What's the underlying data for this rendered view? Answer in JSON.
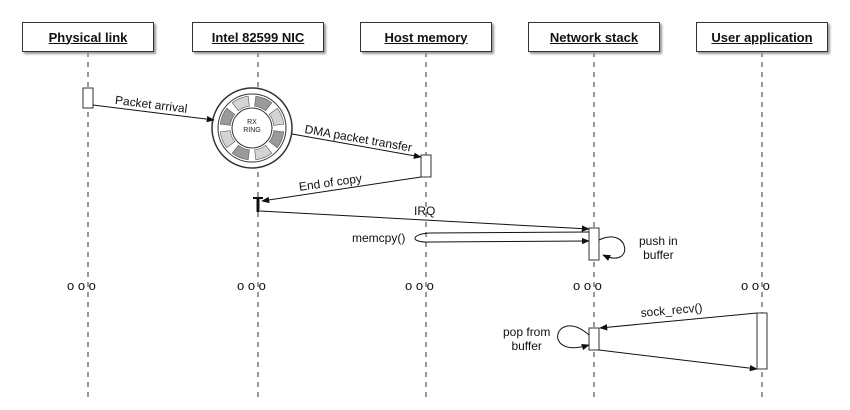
{
  "lanes": [
    {
      "title": "Physical link"
    },
    {
      "title": "Intel 82599 NIC"
    },
    {
      "title": "Host memory"
    },
    {
      "title": "Network stack"
    },
    {
      "title": "User application"
    }
  ],
  "ring_label": "RX\nRING",
  "messages": {
    "packet_arrival": "Packet arrival",
    "dma_transfer": "DMA packet transfer",
    "end_of_copy": "End of copy",
    "irq": "IRQ",
    "memcpy": "memcpy()",
    "push_in_buffer": "push in\nbuffer",
    "sock_recv": "sock_recv()",
    "pop_from_buffer": "pop from\nbuffer"
  },
  "ellipsis": "o  o  o"
}
